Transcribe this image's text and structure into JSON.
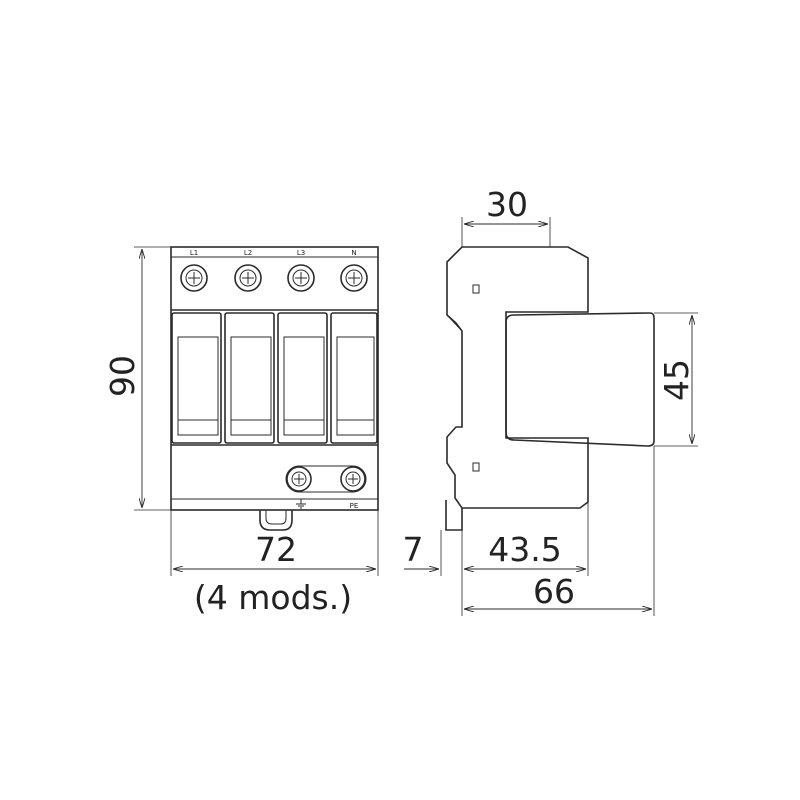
{
  "front_view": {
    "terminal_labels": [
      "L1",
      "L2",
      "L3",
      "N"
    ],
    "pe_label": "PE",
    "ground_symbol": "ground-icon"
  },
  "dimensions": {
    "height": "90",
    "width": "72",
    "width_note": "(4 mods.)",
    "top_width": "30",
    "module_height": "45",
    "rail_offset": "7",
    "front_depth": "43.5",
    "total_depth": "66"
  },
  "colors": {
    "line": "#2b2b2b",
    "background": "#ffffff"
  }
}
